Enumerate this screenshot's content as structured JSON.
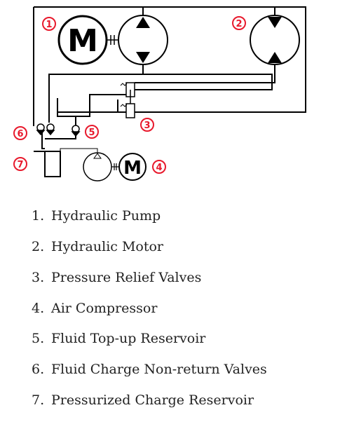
{
  "diagram": {
    "motor_symbol": "M",
    "badges": [
      "1",
      "2",
      "3",
      "4",
      "5",
      "6",
      "7"
    ],
    "badge_color": "#e8192c",
    "line_color": "#000000"
  },
  "legend": [
    {
      "number": "1.",
      "text": "Hydraulic Pump"
    },
    {
      "number": "2.",
      "text": "Hydraulic Motor"
    },
    {
      "number": "3.",
      "text": "Pressure Relief Valves"
    },
    {
      "number": "4.",
      "text": "Air Compressor"
    },
    {
      "number": "5.",
      "text": "Fluid Top-up Reservoir"
    },
    {
      "number": "6.",
      "text": "Fluid Charge Non-return Valves"
    },
    {
      "number": "7.",
      "text": "Pressurized Charge Reservoir"
    }
  ]
}
